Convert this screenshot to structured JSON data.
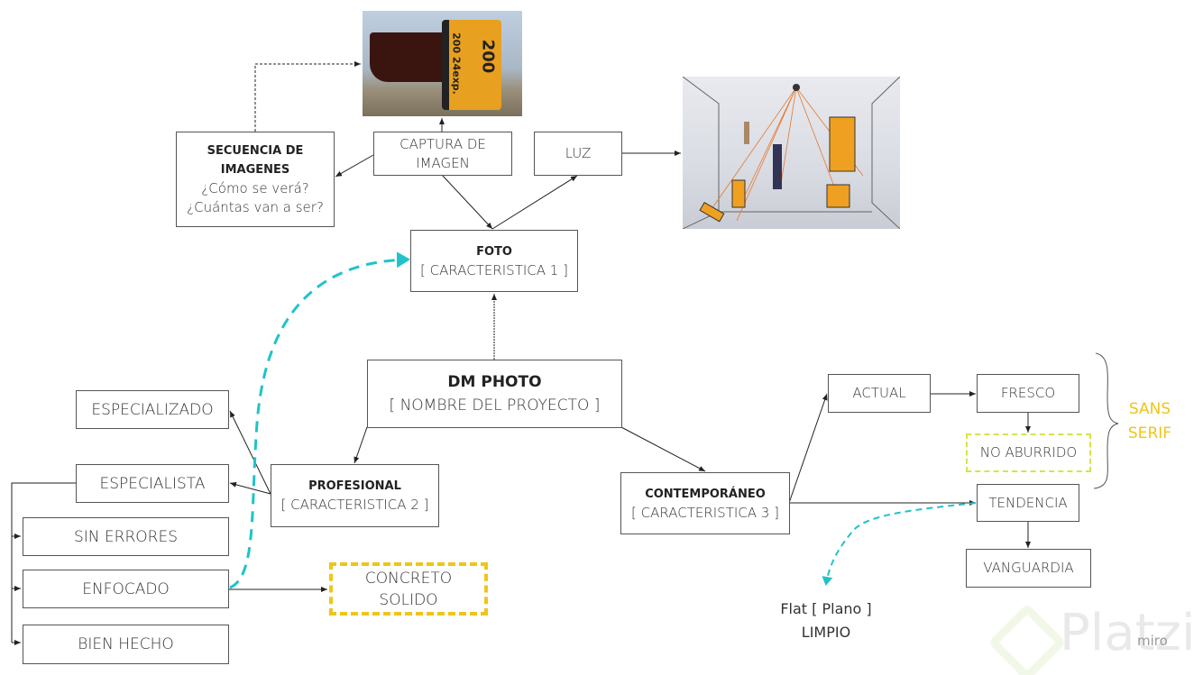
{
  "nodes": {
    "secuencia": {
      "title": "SECUENCIA DE IMAGENES",
      "line1": "¿Cómo se verá?",
      "line2": "¿Cuántas van a ser?"
    },
    "captura": {
      "label": "CAPTURA DE IMAGEN"
    },
    "luz": {
      "label": "LUZ"
    },
    "foto": {
      "title": "FOTO",
      "subtitle": "[ CARACTERISTICA 1 ]"
    },
    "dm_photo": {
      "title": "DM PHOTO",
      "subtitle": "[ NOMBRE DEL PROYECTO ]"
    },
    "especializado": {
      "label": "ESPECIALIZADO"
    },
    "especialista": {
      "label": "ESPECIALISTA"
    },
    "profesional": {
      "title": "PROFESIONAL",
      "subtitle": "[ CARACTERISTICA 2 ]"
    },
    "sin_errores": {
      "label": "SIN ERRORES"
    },
    "enfocado": {
      "label": "ENFOCADO"
    },
    "bien_hecho": {
      "label": "BIEN HECHO"
    },
    "concreto": {
      "label": "CONCRETO SOLIDO"
    },
    "contemporaneo": {
      "title": "CONTEMPORÁNEO",
      "subtitle": "[ CARACTERISTICA 3 ]"
    },
    "actual": {
      "label": "ACTUAL"
    },
    "fresco": {
      "label": "FRESCO"
    },
    "no_aburrido": {
      "label": "NO ABURRIDO"
    },
    "tendencia": {
      "label": "TENDENCIA"
    },
    "vanguardia": {
      "label": "VANGUARDIA"
    }
  },
  "annotations": {
    "sans_serif_1": "SANS",
    "sans_serif_2": "SERIF",
    "flat_1": "Flat [ Plano ]",
    "flat_2": "LIMPIO"
  },
  "images": {
    "film": {
      "line1": "200",
      "line2": "200 24exp."
    }
  },
  "watermark": {
    "platzi": "Platzi",
    "miro": "miro"
  },
  "colors": {
    "teal": "#1fc3c9",
    "yellow": "#f0c419",
    "lime": "#d6e34a"
  }
}
